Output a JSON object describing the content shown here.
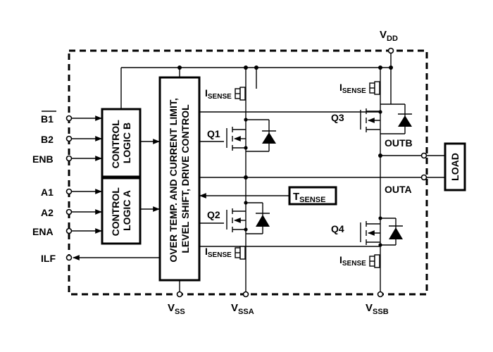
{
  "pins": {
    "b1": "B1",
    "b2": "B2",
    "enb": "ENB",
    "a1": "A1",
    "a2": "A2",
    "ena": "ENA",
    "ilf": "ILF",
    "vdd": {
      "main": "V",
      "sub": "DD"
    },
    "vss": {
      "main": "V",
      "sub": "SS"
    },
    "vssa": {
      "main": "V",
      "sub": "SSA"
    },
    "vssb": {
      "main": "V",
      "sub": "SSB"
    },
    "outa": "OUTA",
    "outb": "OUTB"
  },
  "blocks": {
    "control_b": [
      "CONTROL",
      "LOGIC B"
    ],
    "control_a": [
      "CONTROL",
      "LOGIC A"
    ],
    "driver": [
      "OVER TEMP. AND CURRENT LIMIT,",
      "LEVEL SHIFT, DRIVE CONTROL"
    ],
    "load": "LOAD",
    "tsense": {
      "main": "T",
      "sub": "SENSE"
    }
  },
  "transistors": {
    "q1": "Q1",
    "q2": "Q2",
    "q3": "Q3",
    "q4": "Q4"
  },
  "isense": {
    "main": "I",
    "sub": "SENSE"
  }
}
